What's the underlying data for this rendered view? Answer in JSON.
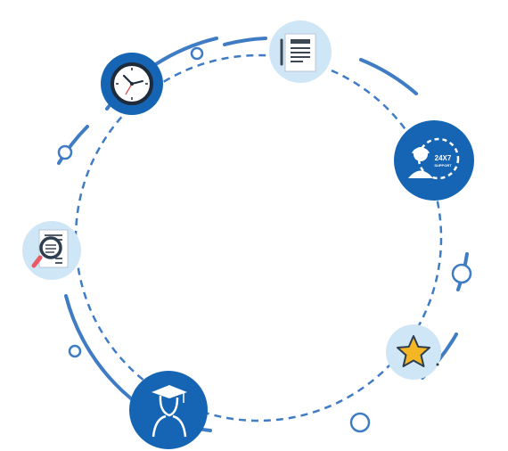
{
  "diagram": {
    "nodes": [
      {
        "id": "clock",
        "icon": "wall-clock-icon",
        "style": "dark"
      },
      {
        "id": "document",
        "icon": "document-pen-icon",
        "style": "light"
      },
      {
        "id": "support",
        "icon": "support-agent-gear-icon",
        "style": "dark",
        "badge_main": "24X7",
        "badge_sub": "SUPPORT"
      },
      {
        "id": "star",
        "icon": "star-icon",
        "style": "light"
      },
      {
        "id": "graduate",
        "icon": "graduate-icon",
        "style": "dark"
      },
      {
        "id": "search",
        "icon": "document-search-icon",
        "style": "light"
      }
    ]
  },
  "colors": {
    "primary": "#1565b4",
    "ring": "#3f7cc4",
    "light_circle": "#cfe6f7",
    "paper": "#ffffff",
    "star": "#f5b625",
    "magnifier_handle": "#e75a66"
  }
}
